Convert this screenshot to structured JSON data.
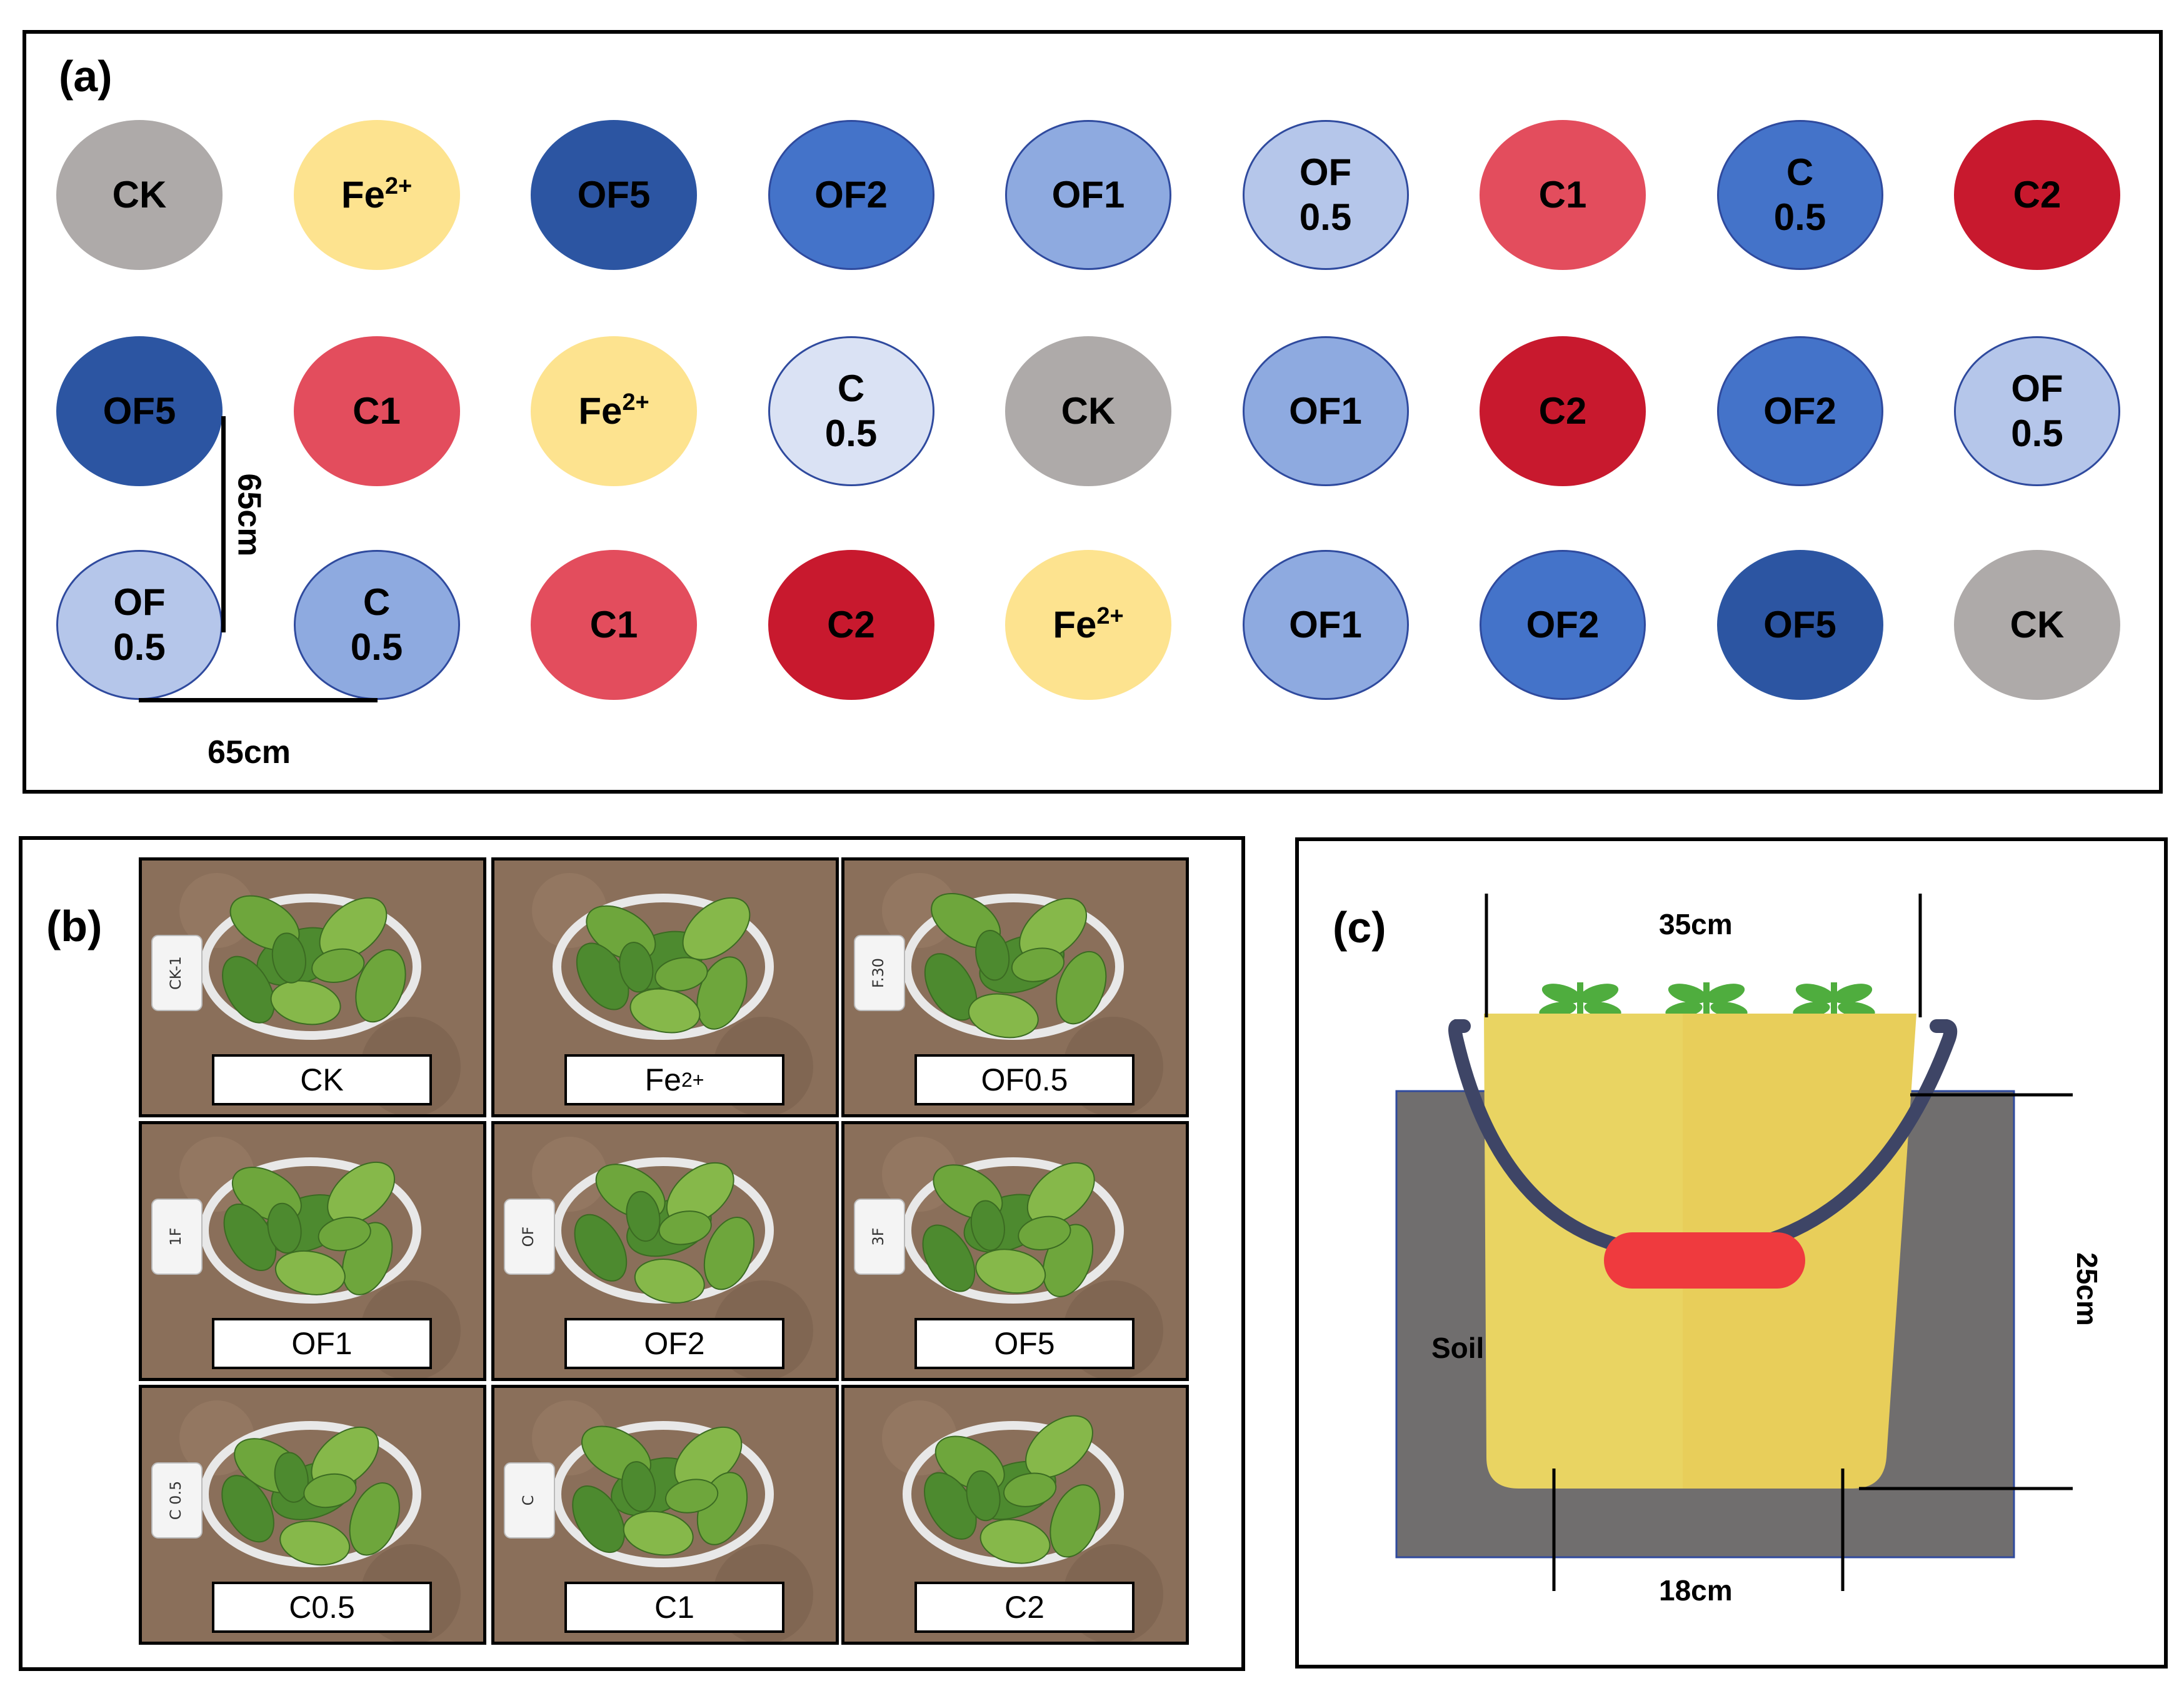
{
  "panel_a": {
    "label": "(a)",
    "rows": [
      [
        {
          "line1": "CK",
          "line2": "",
          "sup": "",
          "color": "#aeaaa9"
        },
        {
          "line1": "Fe",
          "line2": "",
          "sup": "2+",
          "color": "#fde38f"
        },
        {
          "line1": "OF5",
          "line2": "",
          "sup": "",
          "color": "#2c55a2"
        },
        {
          "line1": "OF2",
          "line2": "",
          "sup": "",
          "color": "#4473c9"
        },
        {
          "line1": "OF1",
          "line2": "",
          "sup": "",
          "color": "#8eaae0"
        },
        {
          "line1": "OF",
          "line2": "0.5",
          "sup": "",
          "color": "#b5c6ea"
        },
        {
          "line1": "C1",
          "line2": "",
          "sup": "",
          "color": "#e34d5d"
        },
        {
          "line1": "C",
          "line2": "0.5",
          "sup": "",
          "color": "#4473c9"
        },
        {
          "line1": "C2",
          "line2": "",
          "sup": "",
          "color": "#c8192e"
        }
      ],
      [
        {
          "line1": "OF5",
          "line2": "",
          "sup": "",
          "color": "#2c55a2"
        },
        {
          "line1": "C1",
          "line2": "",
          "sup": "",
          "color": "#e34d5d"
        },
        {
          "line1": "Fe",
          "line2": "",
          "sup": "2+",
          "color": "#fde38f"
        },
        {
          "line1": "C",
          "line2": "0.5",
          "sup": "",
          "color": "#dae2f4"
        },
        {
          "line1": "CK",
          "line2": "",
          "sup": "",
          "color": "#aeaaa9"
        },
        {
          "line1": "OF1",
          "line2": "",
          "sup": "",
          "color": "#8eaae0"
        },
        {
          "line1": "C2",
          "line2": "",
          "sup": "",
          "color": "#c8192e"
        },
        {
          "line1": "OF2",
          "line2": "",
          "sup": "",
          "color": "#4473c9"
        },
        {
          "line1": "OF",
          "line2": "0.5",
          "sup": "",
          "color": "#b5c6ea"
        }
      ],
      [
        {
          "line1": "OF",
          "line2": "0.5",
          "sup": "",
          "color": "#b5c6ea"
        },
        {
          "line1": "C",
          "line2": "0.5",
          "sup": "",
          "color": "#8eaae0"
        },
        {
          "line1": "C1",
          "line2": "",
          "sup": "",
          "color": "#e34d5d"
        },
        {
          "line1": "C2",
          "line2": "",
          "sup": "",
          "color": "#c8192e"
        },
        {
          "line1": "Fe",
          "line2": "",
          "sup": "2+",
          "color": "#fde38f"
        },
        {
          "line1": "OF1",
          "line2": "",
          "sup": "",
          "color": "#8eaae0"
        },
        {
          "line1": "OF2",
          "line2": "",
          "sup": "",
          "color": "#4473c9"
        },
        {
          "line1": "OF5",
          "line2": "",
          "sup": "",
          "color": "#2c55a2"
        },
        {
          "line1": "CK",
          "line2": "",
          "sup": "",
          "color": "#aeaaa9"
        }
      ]
    ],
    "spacing_vertical": "65cm",
    "spacing_horizontal": "65cm"
  },
  "panel_b": {
    "label": "(b)",
    "photos": [
      {
        "caption": "CK",
        "sup": "",
        "stake": "CK-1"
      },
      {
        "caption": "Fe",
        "sup": "2+",
        "stake": ""
      },
      {
        "caption": "OF0.5",
        "sup": "",
        "stake": "F.30"
      },
      {
        "caption": "OF1",
        "sup": "",
        "stake": "1F"
      },
      {
        "caption": "OF2",
        "sup": "",
        "stake": "OF"
      },
      {
        "caption": "OF5",
        "sup": "",
        "stake": "3F"
      },
      {
        "caption": "C0.5",
        "sup": "",
        "stake": "C 0.5"
      },
      {
        "caption": "C1",
        "sup": "",
        "stake": "C"
      },
      {
        "caption": "C2",
        "sup": "",
        "stake": ""
      }
    ]
  },
  "panel_c": {
    "label": "(c)",
    "top_width": "35cm",
    "bottom_width": "18cm",
    "depth": "25cm",
    "soil_label": "Soil",
    "colors": {
      "soil": "#706e6e",
      "bucket_left": "#e9d462",
      "bucket_right": "#e8ce5a",
      "handle": "#3e4566",
      "grip": "#ef3a3e",
      "seedling": "#4fad3e"
    }
  }
}
